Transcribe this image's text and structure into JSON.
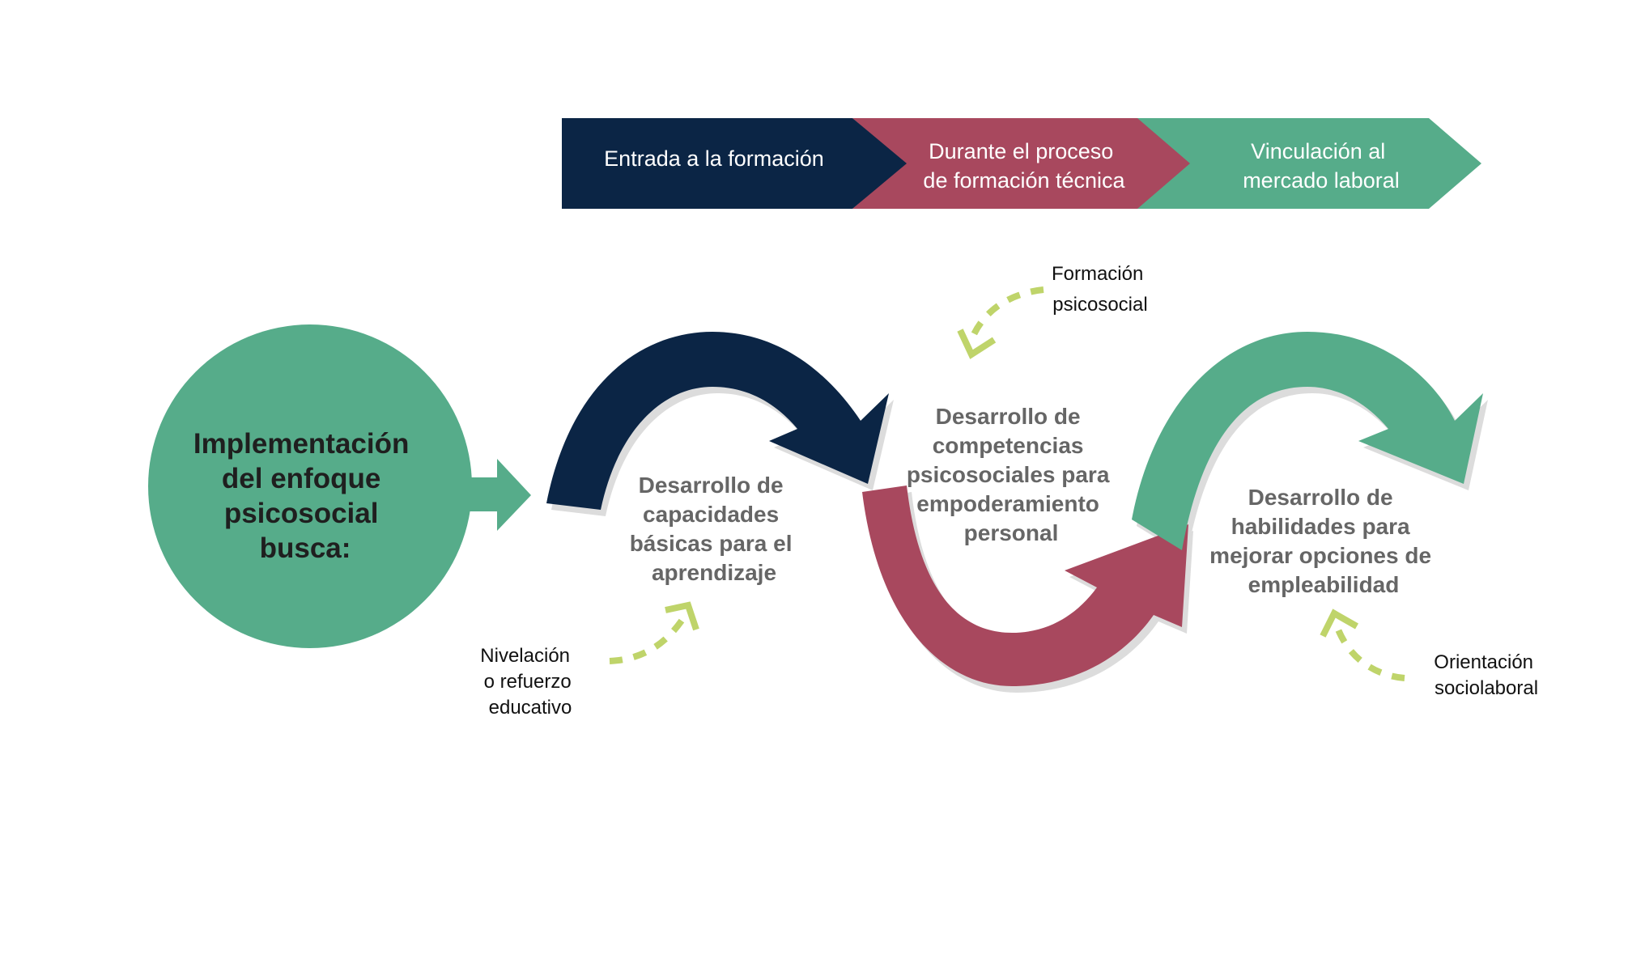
{
  "colors": {
    "navy": "#0b2545",
    "crimson": "#a8485e",
    "green": "#56ac8a",
    "lime": "#bfd46a",
    "step_text": "#666666"
  },
  "phases": [
    {
      "lines": [
        "Entrada a la formación"
      ]
    },
    {
      "lines": [
        "Durante el proceso",
        "de formación técnica"
      ]
    },
    {
      "lines": [
        "Vinculación al",
        "mercado laboral"
      ]
    }
  ],
  "center": {
    "lines": [
      "Implementación",
      "del enfoque",
      "psicosocial",
      "busca:"
    ]
  },
  "steps": [
    {
      "lines": [
        "Desarrollo de",
        "capacidades",
        "básicas para el",
        "aprendizaje"
      ]
    },
    {
      "lines": [
        "Desarrollo de",
        "competencias",
        "psicosociales para",
        "empoderamiento",
        "personal"
      ]
    },
    {
      "lines": [
        "Desarrollo de",
        "habilidades para",
        "mejorar opciones de",
        "empleabilidad"
      ]
    }
  ],
  "notes": [
    {
      "lines": [
        "Nivelación",
        "o refuerzo",
        "educativo"
      ]
    },
    {
      "lines": [
        "Formación",
        "psicosocial"
      ]
    },
    {
      "lines": [
        "Orientación",
        "sociolaboral"
      ]
    }
  ]
}
